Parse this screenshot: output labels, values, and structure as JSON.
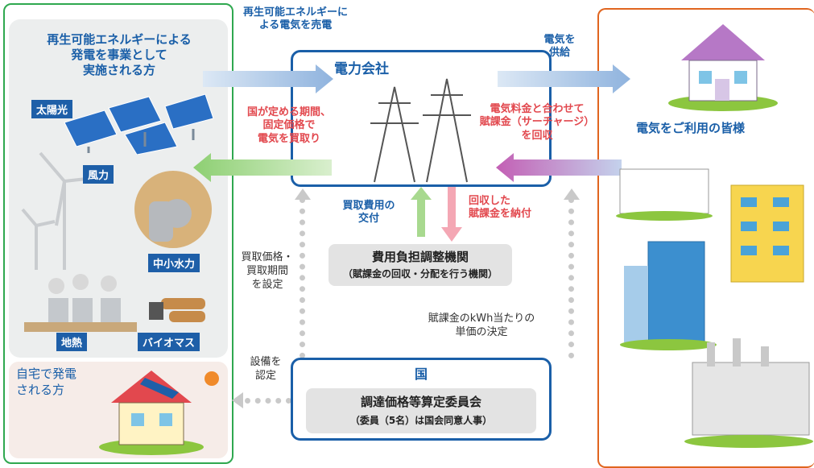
{
  "generators": {
    "title": "再生可能エネルギーによる\n発電を事業として\n実施される方",
    "tags": {
      "solar": "太陽光",
      "wind": "風力",
      "hydro": "中小水力",
      "geo": "地熱",
      "bio": "バイオマス"
    }
  },
  "home": {
    "title": "自宅で発電\nされる方"
  },
  "utility": {
    "title": "電力会社"
  },
  "consumers": {
    "title": "電気をご利用の皆様"
  },
  "flows": {
    "sell": "再生可能エネルギーに\nよる電気を売電",
    "supply": "電気を\n供給",
    "buy": "国が定める期間、\n固定価格で\n電気を買取り",
    "collect": "電気料金と合わせて\n賦課金（サーチャージ）\nを回収",
    "payout": "買取費用の\n交付",
    "pay_in": "回収した\n賦課金を納付",
    "set_price": "買取価格・\n買取期間\nを設定",
    "unit_price": "賦課金のkWh当たりの\n単価の決定",
    "certify": "設備を\n認定"
  },
  "agency": {
    "title": "費用負担調整機関",
    "subtitle": "（賦課金の回収・分配を行う機関）"
  },
  "gov": {
    "label": "国",
    "committee": "調達価格等算定委員会",
    "committee_note": "（委員（5名）は国会同意人事）"
  },
  "colors": {
    "blue": "#1a5fa8",
    "green": "#2fa84f",
    "orange": "#e0651f",
    "red": "#e2484e"
  }
}
